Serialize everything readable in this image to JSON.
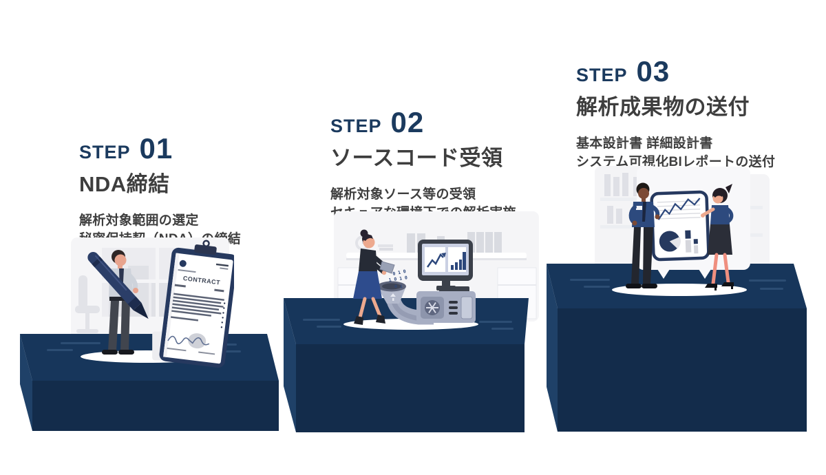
{
  "palette": {
    "background": "#ffffff",
    "step_accent": "#1b3a5e",
    "text_dark": "#3e3e3e",
    "pedestal_top": "#17365b",
    "pedestal_side": "#1f4168",
    "pedestal_front": "#132c4b",
    "spotlight": "#ffffff",
    "illustration_navy": "#2c477c",
    "scene_gray": "#f5f5f7"
  },
  "steps": [
    {
      "step_word": "STEP",
      "step_number": "01",
      "title": "NDA締結",
      "description_lines": [
        "解析対象範囲の選定",
        "秘密保持契（NDA）の締結"
      ],
      "illustration": "contract-signing",
      "contract_label": "CONTRACT"
    },
    {
      "step_word": "STEP",
      "step_number": "02",
      "title": "ソースコード受領",
      "description_lines": [
        "解析対象ソース等の受領",
        "セキュアな環境下での解析実施"
      ],
      "illustration": "source-code-intake",
      "binary_columns": [
        "0 1 0",
        "1 0 1 0",
        "0 1"
      ]
    },
    {
      "step_word": "STEP",
      "step_number": "03",
      "title": "解析成果物の送付",
      "description_lines": [
        "基本設計書 詳細設計書",
        "システム可視化BIレポートの送付"
      ],
      "illustration": "deliverables-presentation"
    }
  ]
}
